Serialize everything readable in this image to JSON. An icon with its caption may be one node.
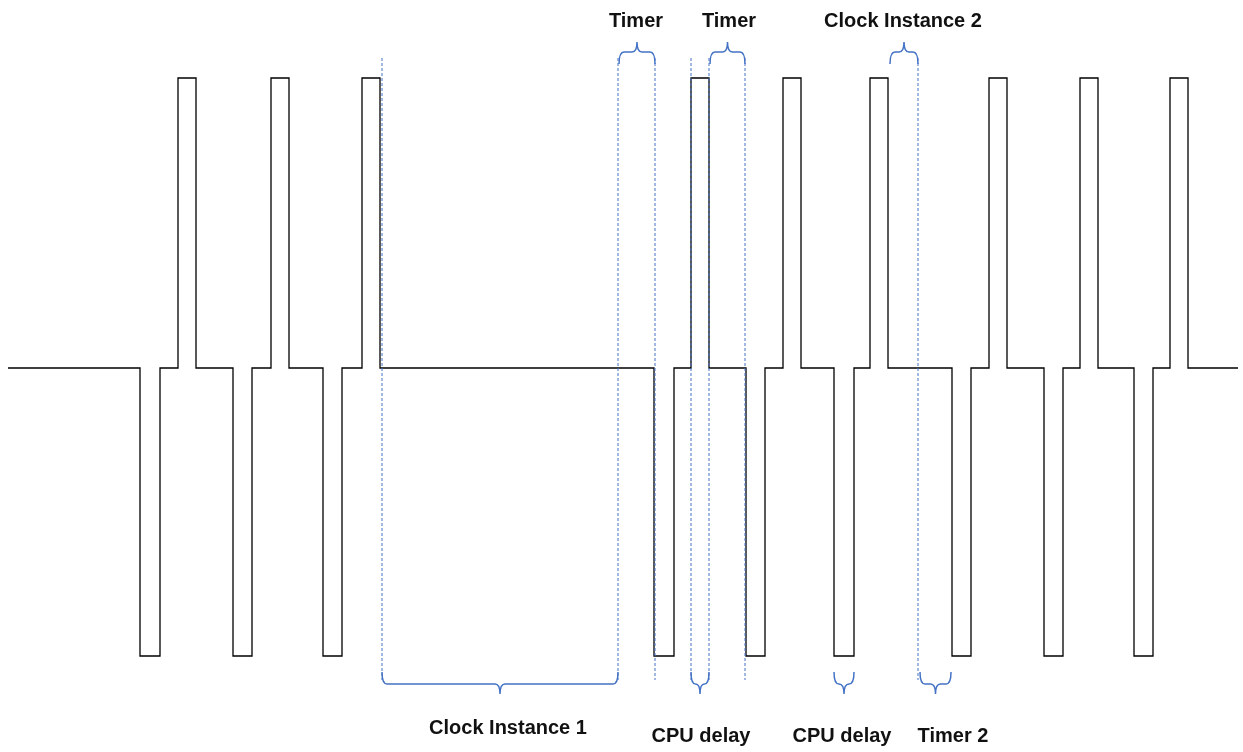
{
  "diagram": {
    "labels": [
      "Timer",
      "Timer",
      "Clock Instance 2",
      "Clock Instance 1",
      "CPU delay",
      "CPU delay",
      "Timer 2"
    ]
  }
}
